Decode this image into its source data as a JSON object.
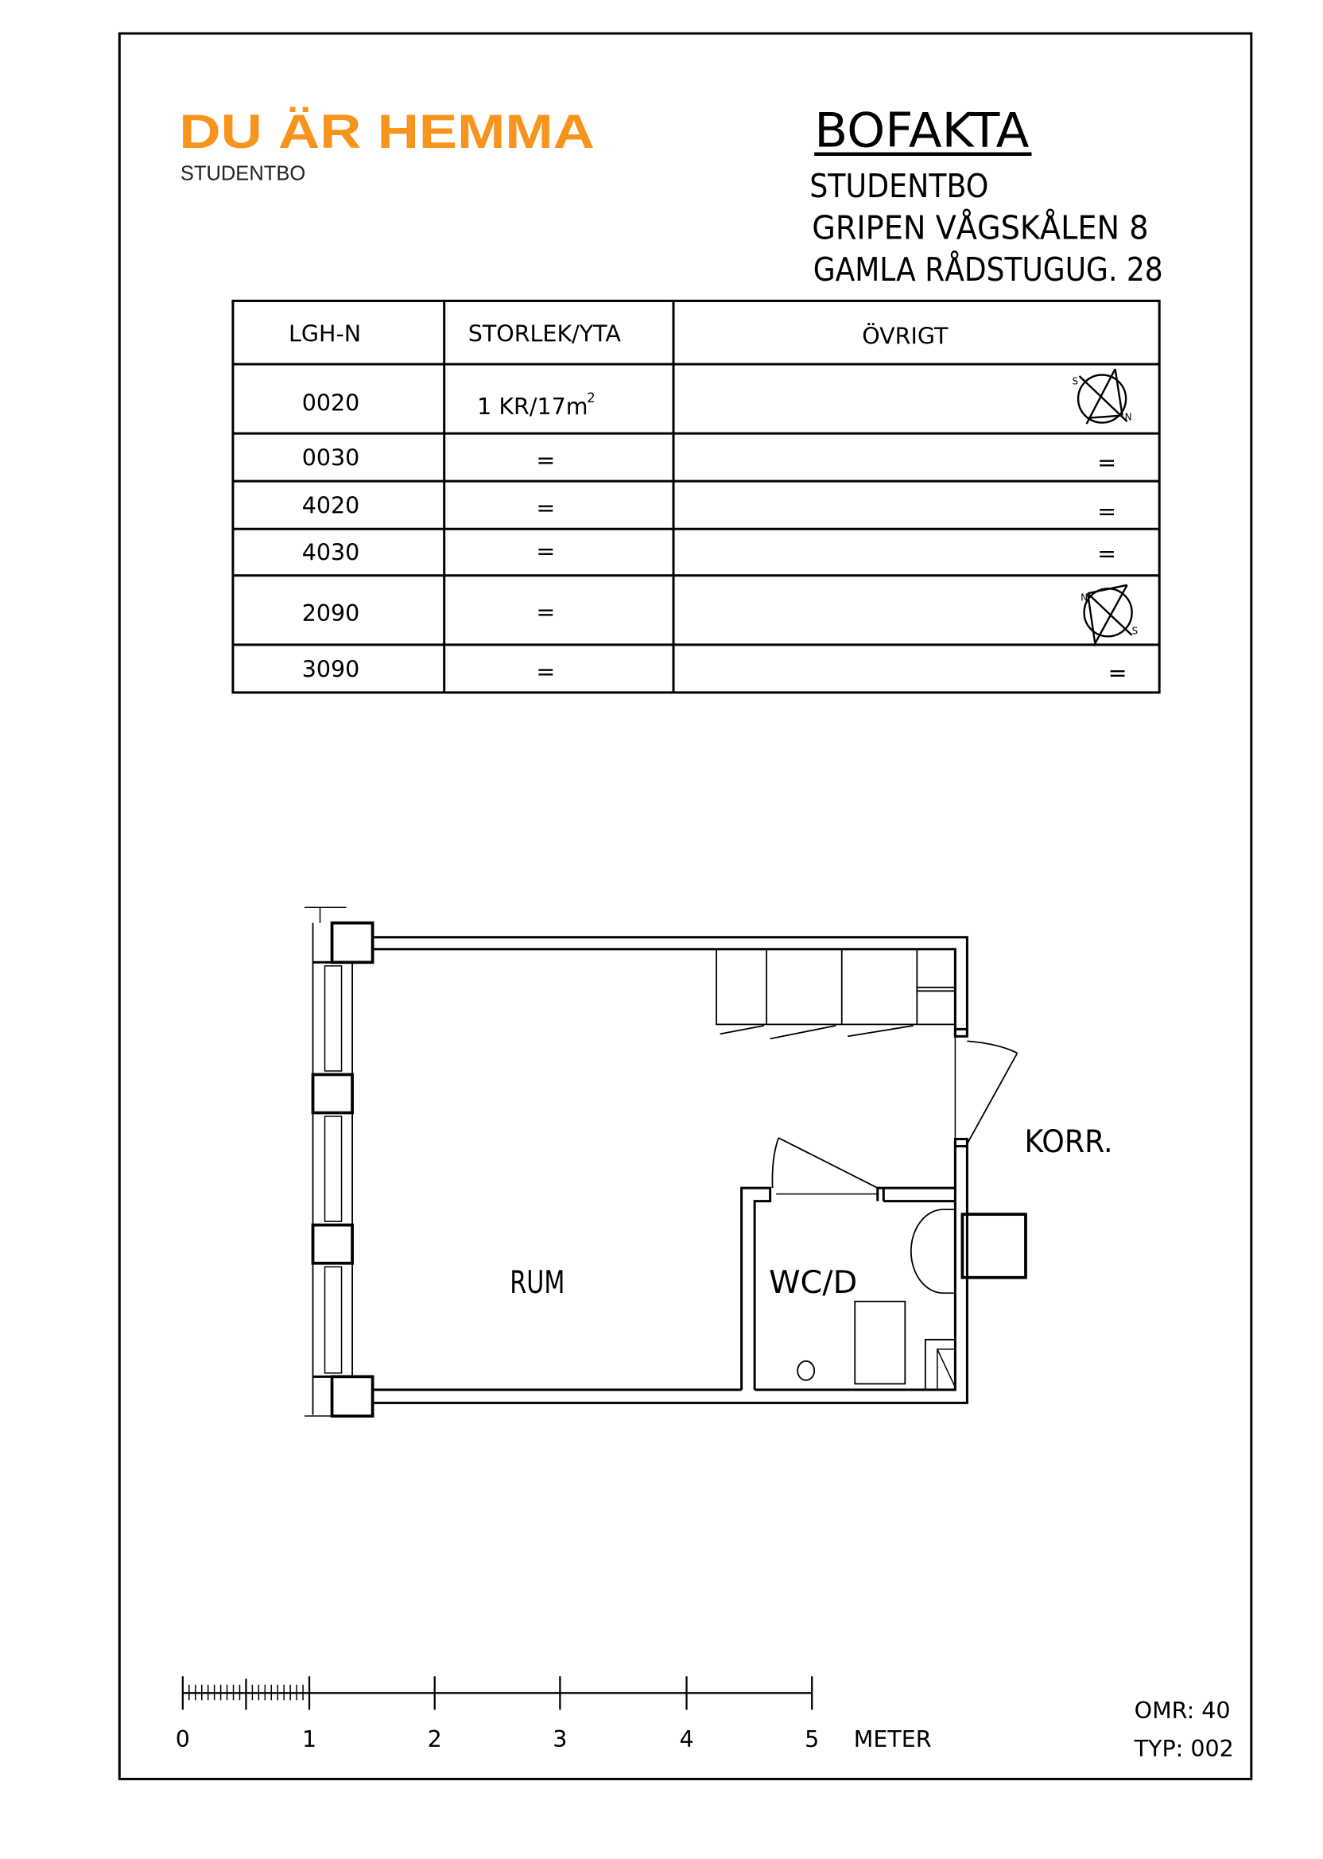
{
  "logo": {
    "title": "DU ÄR HEMMA",
    "subtitle": "STUDENTBO",
    "color": "#F7941D"
  },
  "header": {
    "title": "BOFAKTA",
    "lines": [
      "STUDENTBO",
      "GRIPEN  VÅGSKÅLEN 8",
      "GAMLA RÅDSTUGUG. 28"
    ]
  },
  "table": {
    "headers": [
      "LGH-N",
      "STORLEK/YTA",
      "ÖVRIGT"
    ],
    "rows": [
      {
        "lgh": "0020",
        "size": "1 KR/17m",
        "size_sup": "2",
        "other": "",
        "compass": "compass-icon"
      },
      {
        "lgh": "0030",
        "size": "=",
        "other": "="
      },
      {
        "lgh": "4020",
        "size": "=",
        "other": "="
      },
      {
        "lgh": "4030",
        "size": "=",
        "other": "="
      },
      {
        "lgh": "2090",
        "size": "=",
        "other": "",
        "compass": "compass-icon"
      },
      {
        "lgh": "3090",
        "size": "=",
        "other": "="
      }
    ],
    "compass_letters_a": [
      "S",
      "N"
    ],
    "compass_letters_b": [
      "N",
      "S"
    ]
  },
  "plan": {
    "room": "RUM",
    "bathroom": "WC/D",
    "corridor": "KORR."
  },
  "scale": {
    "ticks": [
      "0",
      "1",
      "2",
      "3",
      "4",
      "5"
    ],
    "unit": "METER"
  },
  "footer": {
    "omr": "OMR: 40",
    "typ": "TYP: 002"
  }
}
